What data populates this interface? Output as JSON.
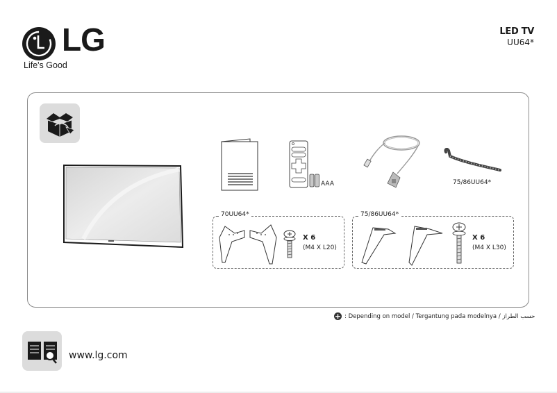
{
  "brand": {
    "name": "LG",
    "tagline": "Life's Good",
    "logo_icon": "lg-face-logo-icon"
  },
  "product": {
    "type": "LED TV",
    "model": "UU64*"
  },
  "section": {
    "icon": "open-box-icon",
    "tv_icon": "tv-display-icon"
  },
  "accessories": {
    "manual": {
      "icon": "manual-booklet-icon"
    },
    "remote": {
      "icon": "remote-control-icon",
      "battery_icon": "battery-icon",
      "battery_label": "AAA"
    },
    "cable": {
      "icon": "cable-adapter-icon"
    },
    "cable_holder": {
      "icon": "cable-holder-icon",
      "label": "75/86UU64*"
    }
  },
  "groups": [
    {
      "title": "70UU64*",
      "stand_icon": "stand-legs-icon",
      "screw_icon": "screw-icon",
      "quantity": "X 6",
      "spec": "(M4 X L20)"
    },
    {
      "title": "75/86UU64*",
      "stand_icon": "stand-legs-icon",
      "screw_icon": "screw-icon",
      "quantity": "X 6",
      "spec": "(M4 X L30)"
    }
  ],
  "footnote": {
    "icon": "plus-circle-icon",
    "text": ": Depending on model / Tergantung pada modelnya / حسب الطراز"
  },
  "footer": {
    "icon": "book-search-icon",
    "website": "www.lg.com"
  },
  "colors": {
    "text": "#1a1a1a",
    "tile_bg": "#dcdcdc",
    "border": "#8a8a8a"
  }
}
